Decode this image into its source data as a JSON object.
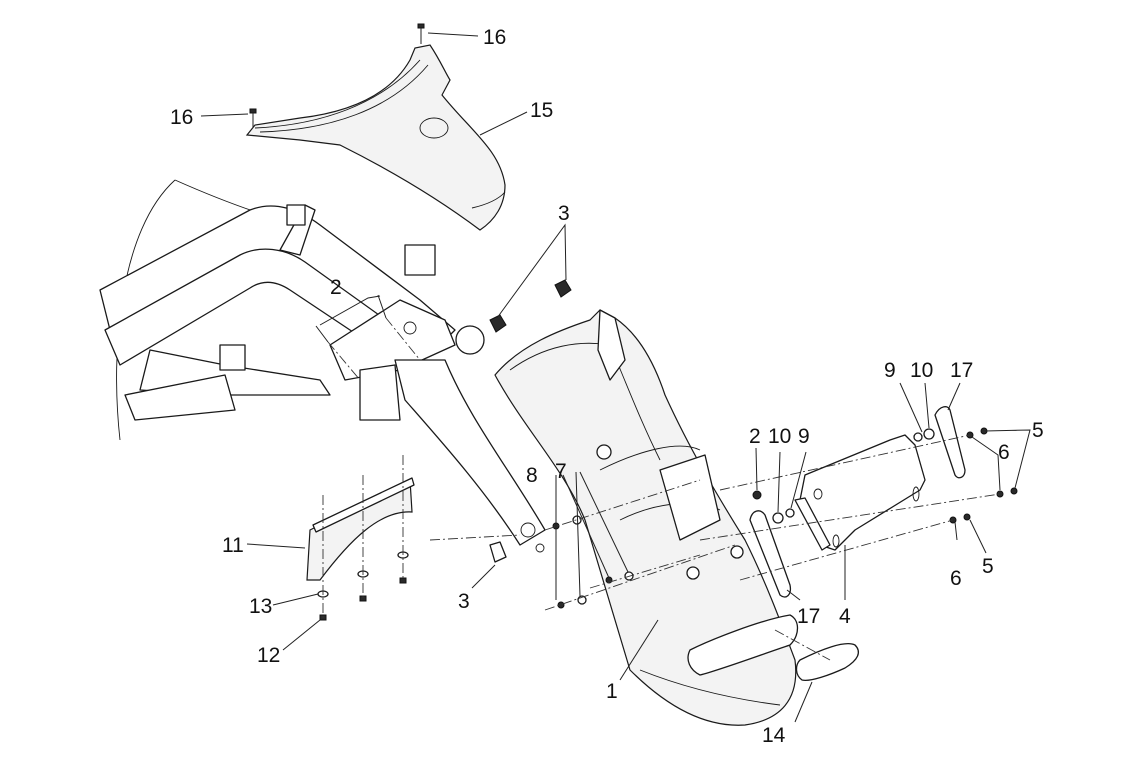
{
  "diagram": {
    "type": "exploded-parts-view",
    "subject": "Rear mudguard / license plate holder assembly",
    "colors": {
      "line": "#1a1a1a",
      "background": "#ffffff",
      "fill": "#f3f3f3"
    },
    "callouts": [
      {
        "id": "c16a",
        "number": "16",
        "part": "screw (top right of cover)"
      },
      {
        "id": "c16b",
        "number": "16",
        "part": "screw (top left of cover)"
      },
      {
        "id": "c15",
        "number": "15",
        "part": "rear cover / handle trim"
      },
      {
        "id": "c3a",
        "number": "3",
        "part": "clip nuts on frame (2)"
      },
      {
        "id": "c2a",
        "number": "2",
        "part": "screws on frame bracket (2)"
      },
      {
        "id": "c9a",
        "number": "9",
        "part": "washer (right)"
      },
      {
        "id": "c10a",
        "number": "10",
        "part": "washer (right)"
      },
      {
        "id": "c17a",
        "number": "17",
        "part": "reflector pad (right)"
      },
      {
        "id": "c5a",
        "number": "5",
        "part": "screws (upper right)"
      },
      {
        "id": "c6a",
        "number": "6",
        "part": "nuts (upper right)"
      },
      {
        "id": "c2b",
        "number": "2",
        "part": "screw (mudguard)"
      },
      {
        "id": "c10b",
        "number": "10",
        "part": "washer (left)"
      },
      {
        "id": "c9b",
        "number": "9",
        "part": "washer (left)"
      },
      {
        "id": "c8",
        "number": "8",
        "part": "nuts"
      },
      {
        "id": "c7",
        "number": "7",
        "part": "washers"
      },
      {
        "id": "c11",
        "number": "11",
        "part": "splash flap"
      },
      {
        "id": "c13",
        "number": "13",
        "part": "washer"
      },
      {
        "id": "c12",
        "number": "12",
        "part": "screw"
      },
      {
        "id": "c3b",
        "number": "3",
        "part": "clip nut (lower)"
      },
      {
        "id": "c1",
        "number": "1",
        "part": "rear mudguard"
      },
      {
        "id": "c17b",
        "number": "17",
        "part": "reflector pad (left)"
      },
      {
        "id": "c4",
        "number": "4",
        "part": "license plate holder"
      },
      {
        "id": "c6b",
        "number": "6",
        "part": "nut (lower right)"
      },
      {
        "id": "c5b",
        "number": "5",
        "part": "screw (lower right)"
      },
      {
        "id": "c14",
        "number": "14",
        "part": "reflector"
      }
    ]
  }
}
